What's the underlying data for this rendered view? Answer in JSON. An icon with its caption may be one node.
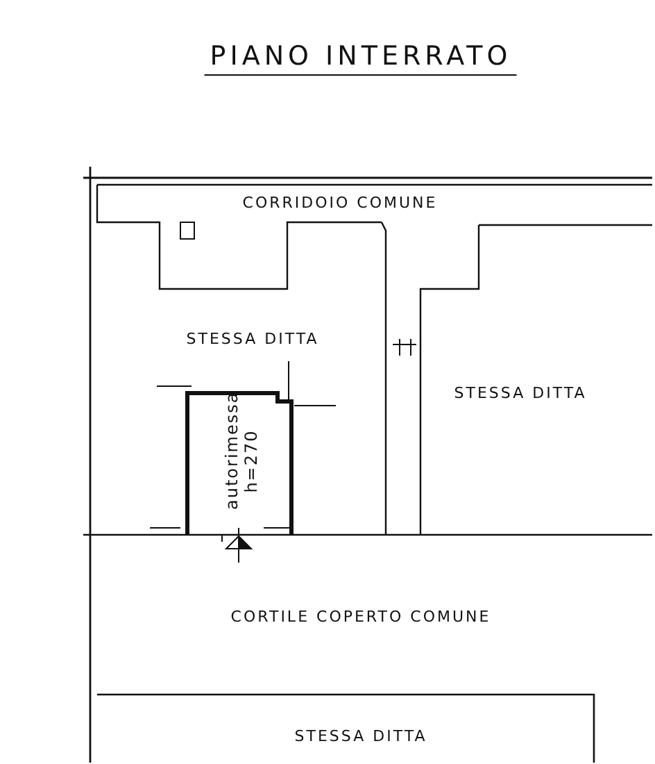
{
  "diagram": {
    "title": "PIANO INTERRATO",
    "labels": [
      "CORRIDOIO COMUNE",
      "STESSA DITTA",
      "STESSA DITTA",
      "autorimessa h=270",
      "CORTILE COPERTO COMUNE",
      "STESSA DITTA"
    ]
  }
}
